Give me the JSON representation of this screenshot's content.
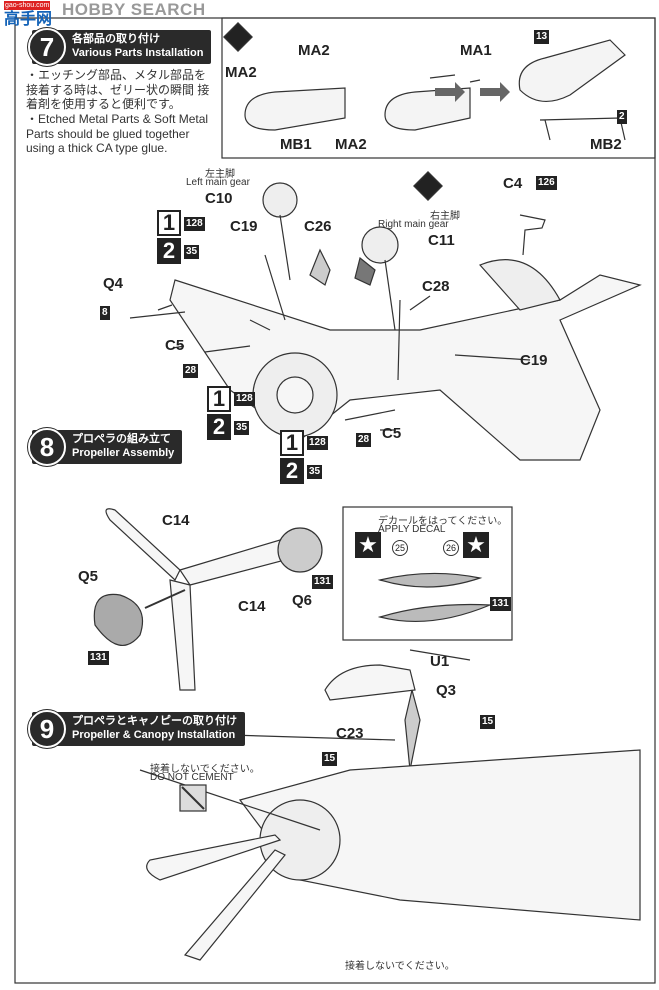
{
  "watermark": {
    "brand": "HOBBY SEARCH",
    "logo": "高手网",
    "site": "gao-shou.com"
  },
  "step7": {
    "number": "7",
    "title_jp": "各部品の取り付け",
    "title_en": "Various Parts Installation",
    "note_jp": "・エッチング部品、メタル部品を 接着する時は、ゼリー状の瞬間 接着剤を使用すると便利です。",
    "note_en": "・Etched Metal Parts & Soft Metal Parts should be glued together using a thick CA type glue."
  },
  "step8": {
    "number": "8",
    "title_jp": "プロペラの組み立て",
    "title_en": "Propeller Assembly"
  },
  "step9": {
    "number": "9",
    "title_jp": "プロペラとキャノピーの取り付け",
    "title_en": "Propeller & Canopy Installation"
  },
  "bomb_inset": {
    "labels": [
      "MA2",
      "MA2",
      "MB1",
      "MA2",
      "MA1",
      "MB2"
    ],
    "paint": [
      "13",
      "2"
    ]
  },
  "gear": {
    "left_jp": "左主脚",
    "left_en": "Left main gear",
    "right_jp": "右主脚",
    "right_en": "Right main gear"
  },
  "parts": [
    "C10",
    "C19",
    "C26",
    "C11",
    "C4",
    "Q4",
    "C28",
    "C5",
    "C19",
    "C5",
    "C14",
    "Q5",
    "C14",
    "Q6",
    "U1",
    "Q3",
    "C23"
  ],
  "paint_codes": {
    "c4": "126",
    "q4": "8",
    "c5a": "28",
    "c5b": "28",
    "p128": "128",
    "p35": "35",
    "q6": "131",
    "q5": "131",
    "blade": "131",
    "q3": "15",
    "c23": "15"
  },
  "variants": [
    "1",
    "2"
  ],
  "decal": {
    "jp": "デカールをはってください。",
    "en": "APPLY DECAL",
    "left": "25",
    "right": "26"
  },
  "do_not_cement": {
    "jp": "接着しないでください。",
    "en": "DO NOT CEMENT",
    "bottom_jp": "接着しないでください。"
  }
}
